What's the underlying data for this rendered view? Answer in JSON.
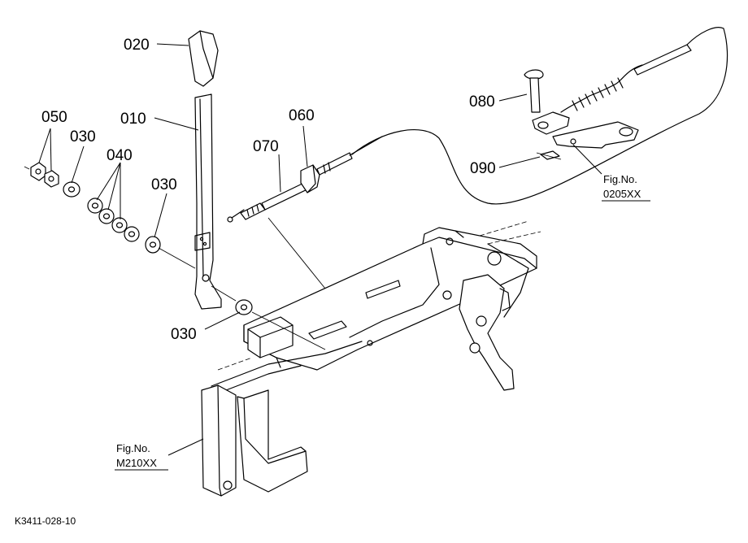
{
  "callouts": {
    "c020": "020",
    "c010": "010",
    "c050": "050",
    "c030_a": "030",
    "c040": "040",
    "c030_b": "030",
    "c030_c": "030",
    "c060": "060",
    "c070": "070",
    "c080": "080",
    "c090": "090"
  },
  "figure_refs": {
    "ref_0205": {
      "line1": "Fig.No.",
      "line2": "0205XX"
    },
    "ref_m210": {
      "line1": "Fig.No.",
      "line2": "M210XX"
    }
  },
  "drawing_code": "K3411-028-10"
}
